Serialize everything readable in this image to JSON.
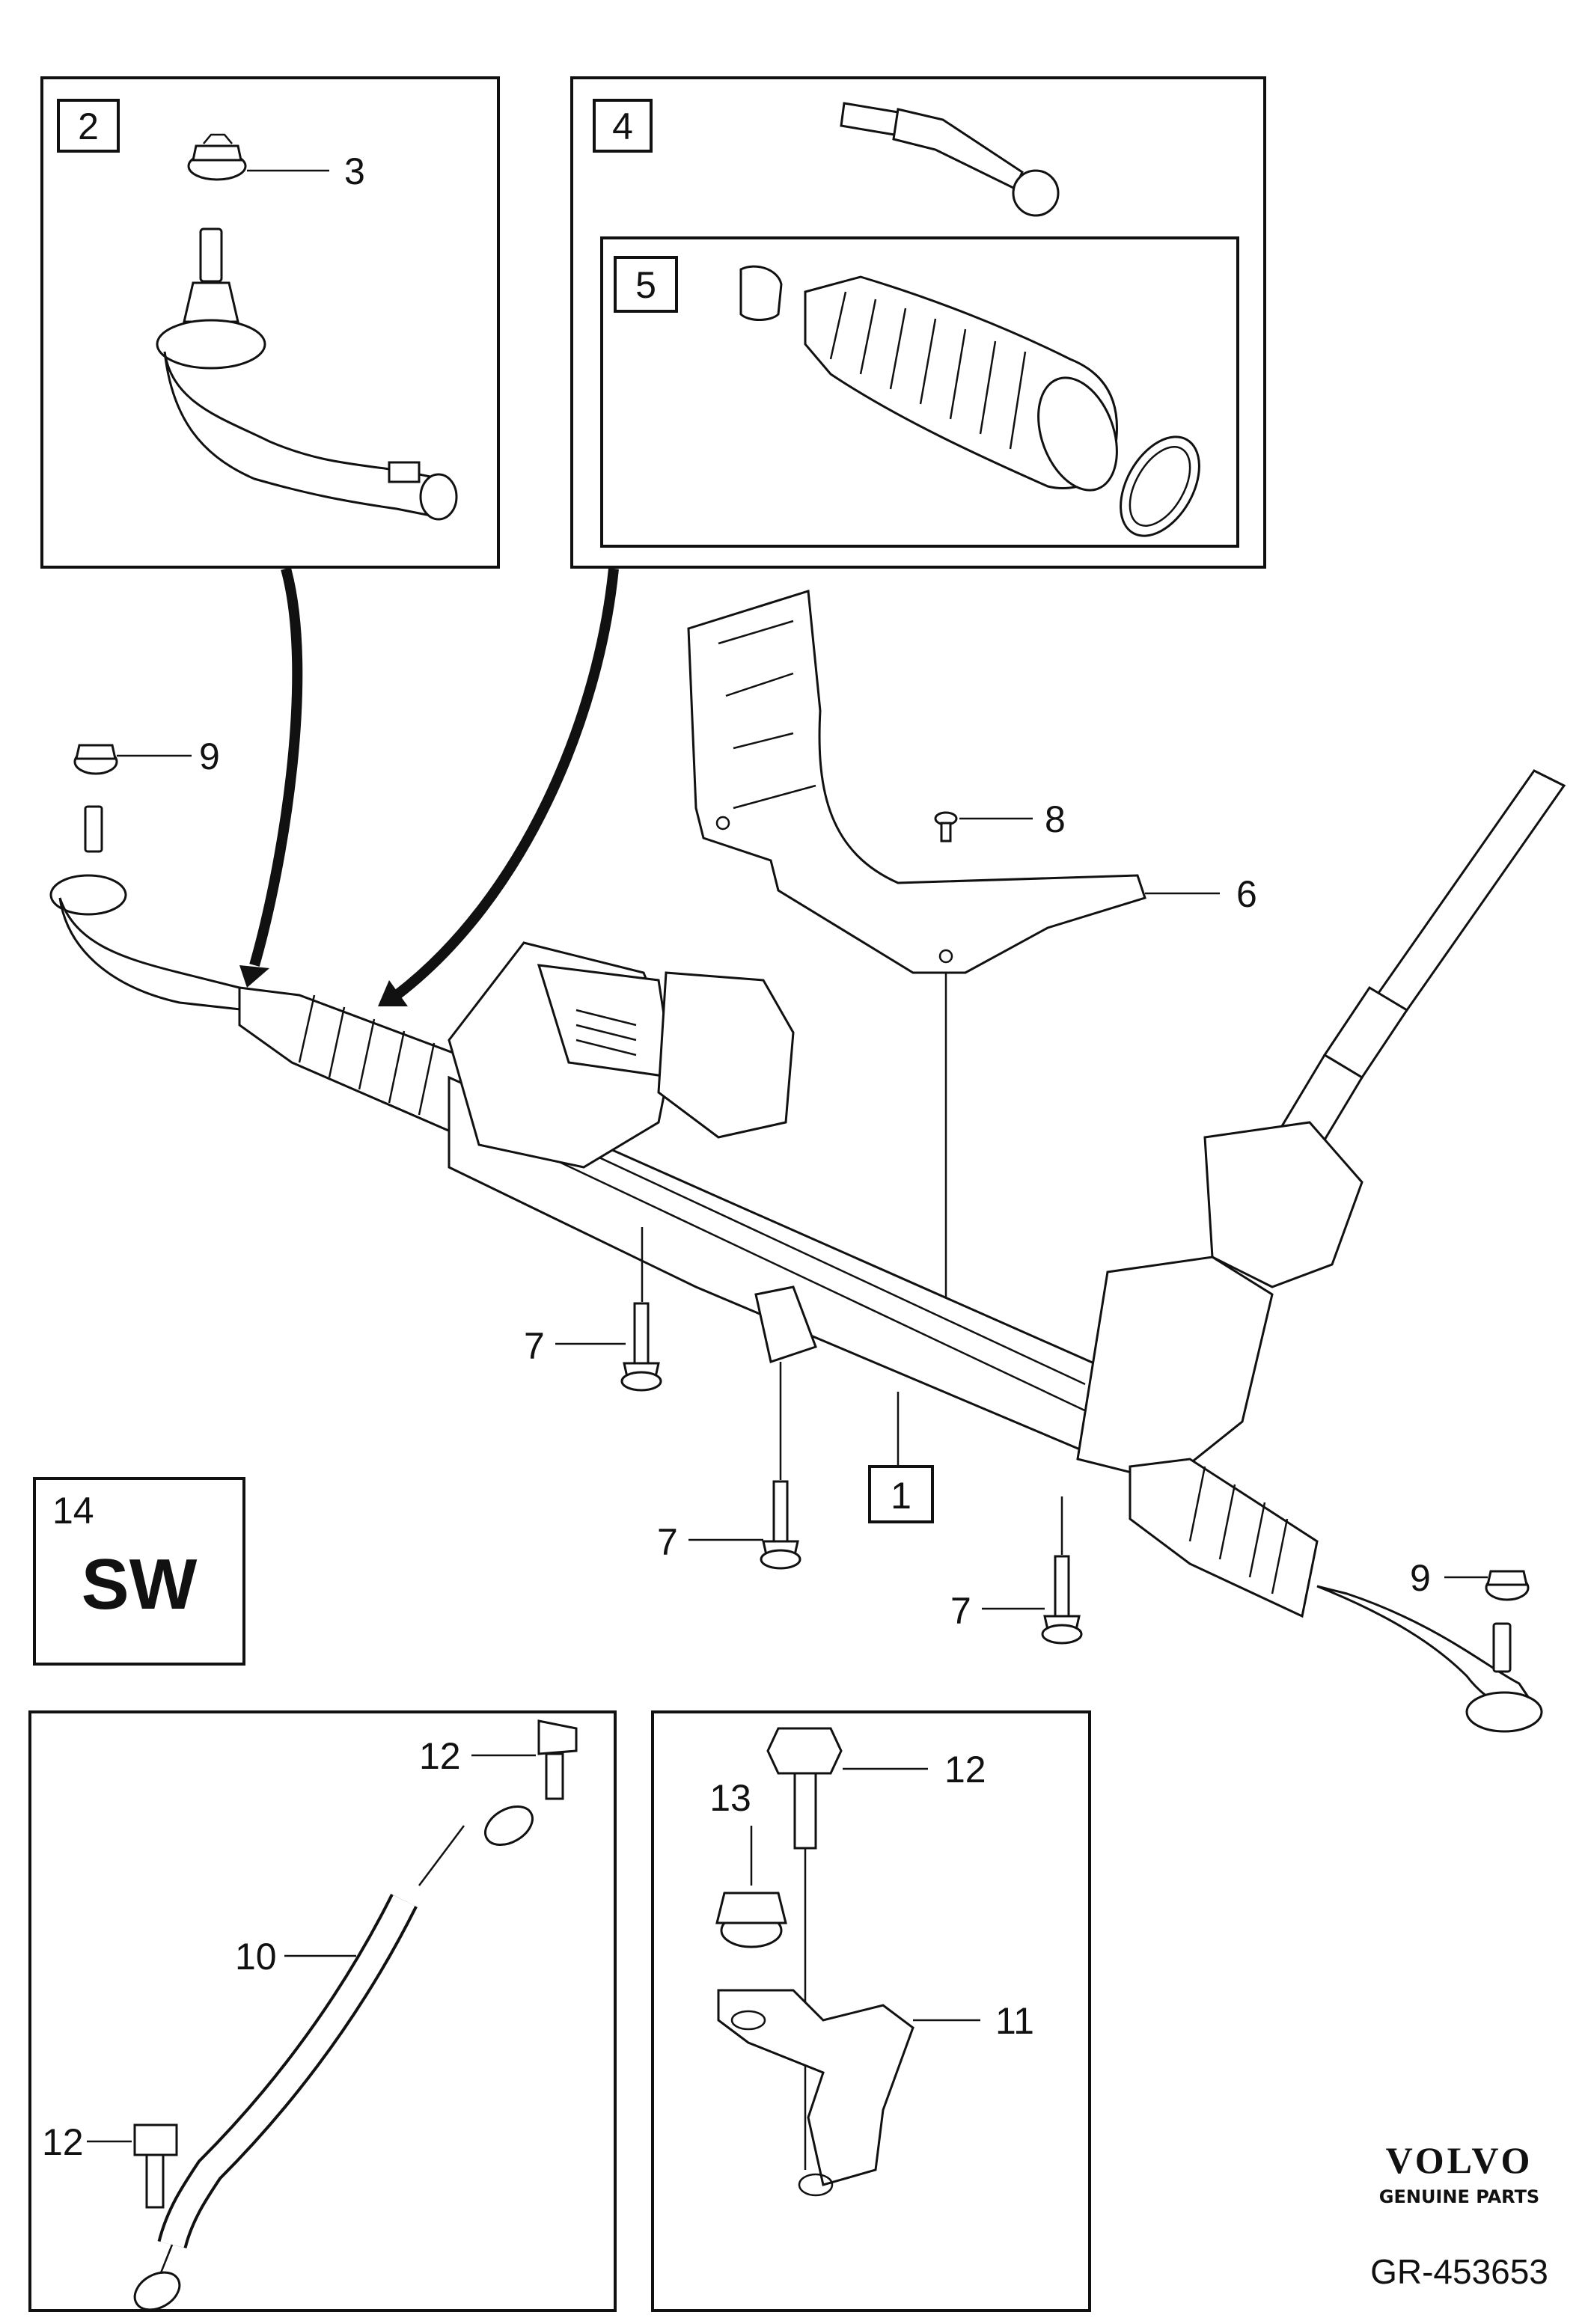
{
  "diagram": {
    "callouts": {
      "c1": "1",
      "c2": "2",
      "c3": "3",
      "c4": "4",
      "c5": "5",
      "c6": "6",
      "c7a": "7",
      "c7b": "7",
      "c7c": "7",
      "c8": "8",
      "c9a": "9",
      "c9b": "9",
      "c10": "10",
      "c11": "11",
      "c12a": "12",
      "c12b": "12",
      "c12c": "12",
      "c13": "13",
      "c14": "14"
    },
    "variant_box": {
      "code": "SW"
    },
    "brand": {
      "logo_text": "VOLVO",
      "tagline": "GENUINE PARTS"
    },
    "drawing_number": "GR-453653"
  },
  "colors": {
    "line": "#111111",
    "background": "#ffffff"
  }
}
